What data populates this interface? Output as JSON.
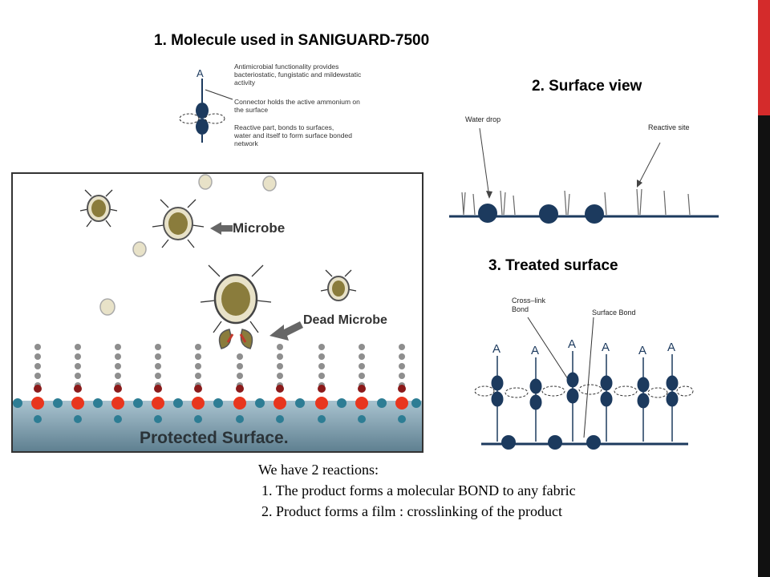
{
  "slide": {
    "colors": {
      "accent_red": "#d42b2b",
      "accent_dark": "#111111",
      "navy": "#1c3a5e"
    }
  },
  "molecule": {
    "title": "1. Molecule used in SANIGUARD-7500",
    "atom_label": "A",
    "notes": [
      "Antimicrobial functionality provides",
      "bacteriostatic, fungistatic and mildewstatic",
      "activity",
      "Connector holds the active ammonium on",
      "the surface",
      "Reactive part, bonds to surfaces,",
      "water and itself to form surface bonded",
      "network"
    ]
  },
  "surface_view": {
    "title": "2. Surface view",
    "labels": {
      "water_drop": "Water drop",
      "reactive_site": "Reactive site"
    }
  },
  "treated_surface": {
    "title": "3. Treated surface",
    "labels": {
      "cross_link": "Cross–link",
      "bond": "Bond",
      "surface_bond": "Surface Bond"
    },
    "atom_label": "A"
  },
  "protected": {
    "microbe_label": "Microbe",
    "dead_microbe_label": "Dead Microbe",
    "surface_label": "Protected Surface."
  },
  "reactions": {
    "intro": "We have 2 reactions:",
    "items": [
      "1. The product forms a molecular BOND to any fabric",
      "2. Product forms a film : crosslinking of the product"
    ]
  }
}
